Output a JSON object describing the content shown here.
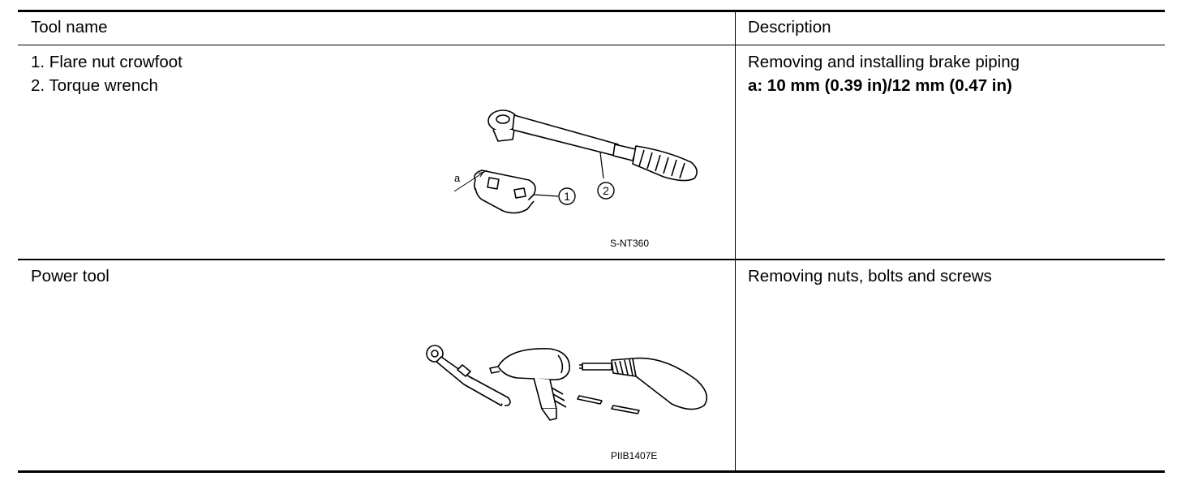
{
  "table": {
    "headers": {
      "tool": "Tool name",
      "description": "Description"
    },
    "rows": [
      {
        "tool_lines": [
          "1. Flare nut crowfoot",
          "2. Torque wrench"
        ],
        "description": "Removing and installing brake piping",
        "spec": "a: 10 mm (0.39 in)/12 mm (0.47 in)",
        "figure": {
          "id": "S-NT360",
          "callouts": [
            "a",
            "1",
            "2"
          ]
        }
      },
      {
        "tool_lines": [
          "Power tool"
        ],
        "description": "Removing nuts, bolts and screws",
        "figure": {
          "id": "PIIB1407E"
        }
      }
    ]
  }
}
